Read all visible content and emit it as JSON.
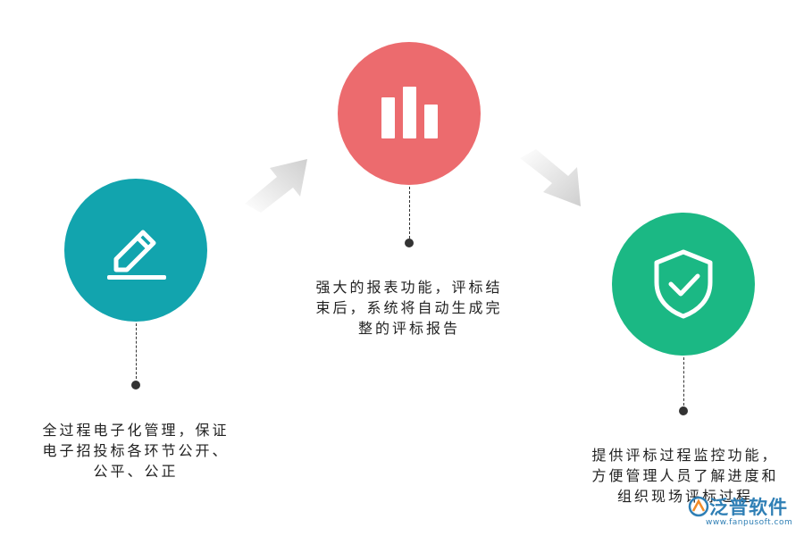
{
  "colors": {
    "teal": "#12a4ae",
    "red": "#ec6b6e",
    "green": "#1bb884",
    "arrow": "#d9d9d9",
    "stem": "#333333",
    "brand": "#2f7fb5"
  },
  "steps": [
    {
      "icon": "pencil-icon",
      "text_lines": [
        "全过程电子化管理，保证",
        "电子招投标各环节公开、",
        "公平、公正"
      ]
    },
    {
      "icon": "bar-chart-icon",
      "text_lines": [
        "强大的报表功能，评标结",
        "束后，系统将自动生成完",
        "整的评标报告"
      ]
    },
    {
      "icon": "shield-check-icon",
      "text_lines": [
        "提供评标过程监控功能，",
        "方便管理人员了解进度和",
        "组织现场评标过程"
      ]
    }
  ],
  "watermark": {
    "brand": "泛普软件",
    "url": "www.fanpusoft.com"
  }
}
